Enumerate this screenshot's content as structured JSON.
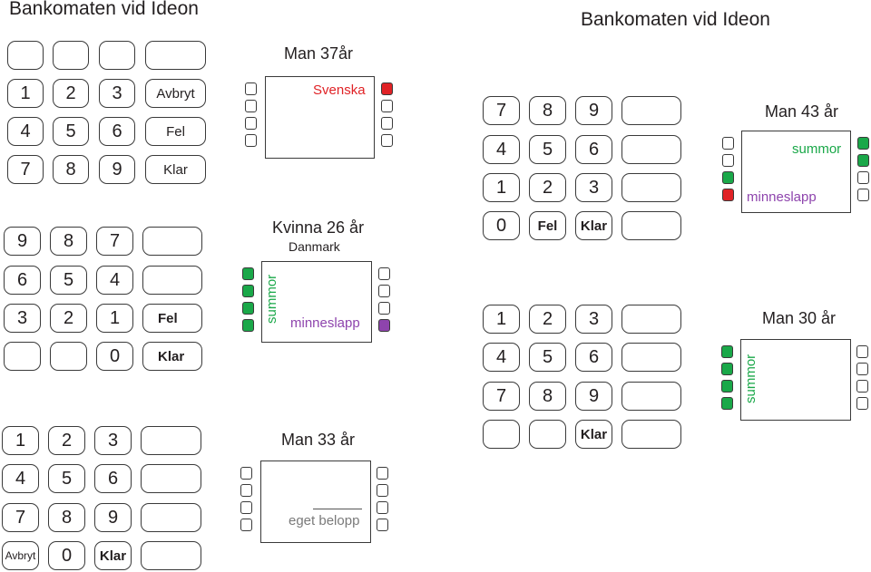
{
  "titles": {
    "left": "Bankomaten vid Ideon",
    "right": "Bankomaten vid Ideon"
  },
  "colors": {
    "green": "#1aa849",
    "red": "#e02226",
    "purple": "#8e44ad",
    "grey": "#7a7a7a"
  },
  "keypads": [
    {
      "id": "keypad-a",
      "rows": [
        [
          "",
          "",
          "",
          ""
        ],
        [
          "1",
          "2",
          "3",
          "Avbryt"
        ],
        [
          "4",
          "5",
          "6",
          "Fel"
        ],
        [
          "7",
          "8",
          "9",
          "Klar"
        ]
      ]
    },
    {
      "id": "keypad-b",
      "rows": [
        [
          "9",
          "8",
          "7",
          ""
        ],
        [
          "6",
          "5",
          "4",
          ""
        ],
        [
          "3",
          "2",
          "1",
          "Fel"
        ],
        [
          "",
          "",
          "0",
          "Klar"
        ]
      ]
    },
    {
      "id": "keypad-c",
      "rows": [
        [
          "1",
          "2",
          "3",
          ""
        ],
        [
          "4",
          "5",
          "6",
          ""
        ],
        [
          "7",
          "8",
          "9",
          ""
        ],
        [
          "Avbryt",
          "0",
          "Klar",
          ""
        ]
      ]
    },
    {
      "id": "keypad-d",
      "rows": [
        [
          "7",
          "8",
          "9",
          ""
        ],
        [
          "4",
          "5",
          "6",
          ""
        ],
        [
          "1",
          "2",
          "3",
          ""
        ],
        [
          "0",
          "Fel",
          "Klar",
          ""
        ]
      ]
    },
    {
      "id": "keypad-e",
      "rows": [
        [
          "1",
          "2",
          "3",
          ""
        ],
        [
          "4",
          "5",
          "6",
          ""
        ],
        [
          "7",
          "8",
          "9",
          ""
        ],
        [
          "",
          "",
          "Klar",
          ""
        ]
      ]
    }
  ],
  "screens": [
    {
      "id": "screen-man-37",
      "heading": "Man 37år",
      "labels": {
        "top_right": "Svenska"
      }
    },
    {
      "id": "screen-kvinna-26",
      "heading": "Kvinna 26 år",
      "subheading": "Danmark",
      "labels": {
        "vertical": "summor",
        "bottom_right": "minneslapp"
      }
    },
    {
      "id": "screen-man-33",
      "heading": "Man 33 år",
      "labels": {
        "input": "eget belopp"
      }
    },
    {
      "id": "screen-man-43",
      "heading": "Man 43 år",
      "labels": {
        "top_right": "summor",
        "bottom_left": "minneslapp"
      }
    },
    {
      "id": "screen-man-30",
      "heading": "Man 30 år",
      "labels": {
        "vertical": "summor"
      }
    }
  ],
  "side_buttons": {
    "screen-man-37": {
      "left": [
        "white",
        "white",
        "white",
        "white"
      ],
      "right": [
        "red",
        "white",
        "white",
        "white"
      ]
    },
    "screen-kvinna-26": {
      "left": [
        "green",
        "green",
        "green",
        "green"
      ],
      "right": [
        "white",
        "white",
        "white",
        "purple"
      ]
    },
    "screen-man-33": {
      "left": [
        "white",
        "white",
        "white",
        "white"
      ],
      "right": [
        "white",
        "white",
        "white",
        "white"
      ]
    },
    "screen-man-43": {
      "left": [
        "white",
        "white",
        "green",
        "red"
      ],
      "right": [
        "green",
        "green",
        "white",
        "white"
      ]
    },
    "screen-man-30": {
      "left": [
        "green",
        "green",
        "green",
        "green"
      ],
      "right": [
        "white",
        "white",
        "white",
        "white"
      ]
    }
  }
}
